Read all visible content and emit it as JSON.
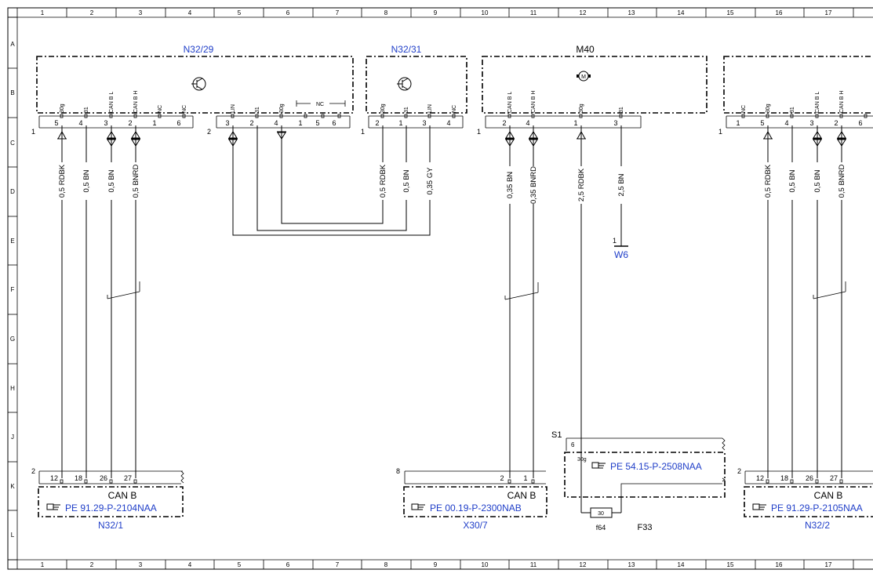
{
  "frame": {
    "columns": [
      "1",
      "2",
      "3",
      "4",
      "5",
      "6",
      "7",
      "8",
      "9",
      "10",
      "11",
      "12",
      "13",
      "14",
      "15",
      "16",
      "17"
    ],
    "rows": [
      "A",
      "B",
      "C",
      "D",
      "E",
      "F",
      "G",
      "H",
      "J",
      "K",
      "L"
    ]
  },
  "components": {
    "n32_29": {
      "title": "N32/29",
      "connector_num": "1",
      "connector_num2": "2",
      "pins_a": [
        {
          "num": "5",
          "label": "30g"
        },
        {
          "num": "4",
          "label": "31"
        },
        {
          "num": "3",
          "label": "CAN B L"
        },
        {
          "num": "2",
          "label": "CAN B H"
        },
        {
          "num": "1",
          "label": "NC"
        },
        {
          "num": "6",
          "label": "NC"
        }
      ],
      "pins_b": [
        {
          "num": "3",
          "label": "LIN"
        },
        {
          "num": "2",
          "label": "31"
        },
        {
          "num": "4",
          "label": "30g"
        },
        {
          "num": "1",
          "label": ""
        },
        {
          "num": "5",
          "label": ""
        },
        {
          "num": "6",
          "label": ""
        }
      ],
      "nc_group_label": "NC"
    },
    "n32_31": {
      "title": "N32/31",
      "connector_num": "1",
      "pins": [
        {
          "num": "2",
          "label": "30g"
        },
        {
          "num": "1",
          "label": "31"
        },
        {
          "num": "3",
          "label": "LIN"
        },
        {
          "num": "4",
          "label": "NC"
        }
      ]
    },
    "m40": {
      "title": "M40",
      "motor_symbol": "M",
      "connector_num": "1",
      "pins": [
        {
          "num": "2",
          "label": "CAN B L"
        },
        {
          "num": "4",
          "label": "CAN B H"
        },
        {
          "num": "1",
          "label": "30g"
        },
        {
          "num": "3",
          "label": "31"
        }
      ]
    },
    "n32_2_top": {
      "connector_num": "1",
      "pins": [
        {
          "num": "1",
          "label": "NC"
        },
        {
          "num": "5",
          "label": "30g"
        },
        {
          "num": "4",
          "label": "31"
        },
        {
          "num": "3",
          "label": "CAN B L"
        },
        {
          "num": "2",
          "label": "CAN B H"
        },
        {
          "num": "6",
          "label": ""
        }
      ]
    }
  },
  "wires": {
    "left": [
      "0,5 RDBK",
      "0,5 BN",
      "0,5 BN",
      "0,5 BNRD"
    ],
    "mid": [
      "0,5 RDBK",
      "0,5 BN",
      "0,35 GY"
    ],
    "m40": [
      "0,35 BN",
      "0,35 BNRD",
      "2,5 RDBK",
      "2,5 BN"
    ],
    "right": [
      "0,5 RDBK",
      "0,5 BN",
      "0,5 BN",
      "0,5 BNRD"
    ]
  },
  "ground": {
    "pin": "1",
    "label": "W6"
  },
  "bottom": {
    "n32_1": {
      "connector_num": "2",
      "pins": [
        "12",
        "18",
        "26",
        "27"
      ],
      "can": "CAN B",
      "ref": "PE 91.29-P-2104NAA",
      "label": "N32/1"
    },
    "x30_7": {
      "connector_num": "8",
      "pins": [
        "2",
        "1"
      ],
      "can": "CAN B",
      "ref": "PE 00.19-P-2300NAB",
      "label": "X30/7"
    },
    "s1": {
      "label": "S1",
      "pin": "6",
      "pin_label": "30g",
      "ref": "PE 54.15-P-2508NAA",
      "fuse": "30",
      "fuse_label": "f64",
      "comp_label": "F33"
    },
    "n32_2": {
      "connector_num": "2",
      "pins": [
        "12",
        "18",
        "26",
        "27"
      ],
      "can": "CAN B",
      "ref": "PE 91.29-P-2105NAA",
      "label": "N32/2"
    }
  },
  "icon_names": [
    "transistor-icon",
    "motor-icon",
    "pointing-hand-icon",
    "ground-symbol-icon"
  ],
  "colors": {
    "reference_blue": "#1f3ec8",
    "line": "#000000"
  }
}
